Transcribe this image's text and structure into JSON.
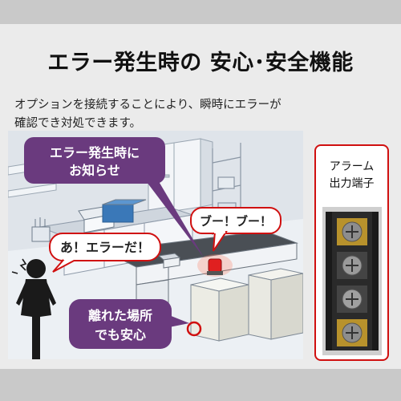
{
  "header": {
    "title": "エラー発生時の 安心･安全機能"
  },
  "description": {
    "line1": "オプションを接続することにより、瞬時にエラーが",
    "line2": "確認でき対処できます。"
  },
  "scene": {
    "callout_error_notify_line1": "エラー発生時に",
    "callout_error_notify_line2": "お知らせ",
    "callout_buzzer": "ブー！ブー！",
    "callout_oh_error": "あ！エラーだ！",
    "callout_remote_line1": "離れた場所",
    "callout_remote_line2": "でも安心"
  },
  "panel": {
    "label_line1": "アラーム",
    "label_line2": "出力端子"
  },
  "colors": {
    "callout_purple": "#6a3a7e",
    "highlight_red": "#d01010",
    "alarm_lamp": "#e02020"
  }
}
